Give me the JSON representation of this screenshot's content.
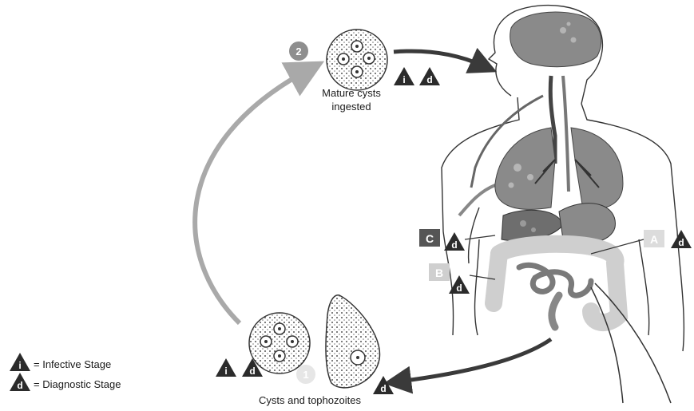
{
  "stages": {
    "stage_1": {
      "number": "1",
      "label": "Cysts and tophozoites"
    },
    "stage_2": {
      "number": "2",
      "label_line1": "Mature cysts",
      "label_line2": "ingested"
    }
  },
  "body_sites": {
    "A": "A",
    "B": "B",
    "C": "C"
  },
  "markers": {
    "infective_letter": "i",
    "diagnostic_letter": "d"
  },
  "legend": {
    "infective": "= Infective Stage",
    "diagnostic": "= Diagnostic Stage"
  },
  "colors": {
    "arrow_gray": "#a9a9a9",
    "arrow_dark": "#3a3a3a",
    "organ_dark": "#6e6e6e",
    "organ_mid": "#a0a0a0",
    "organ_light": "#cfcfcf",
    "triangle": "#2b2b2b"
  }
}
